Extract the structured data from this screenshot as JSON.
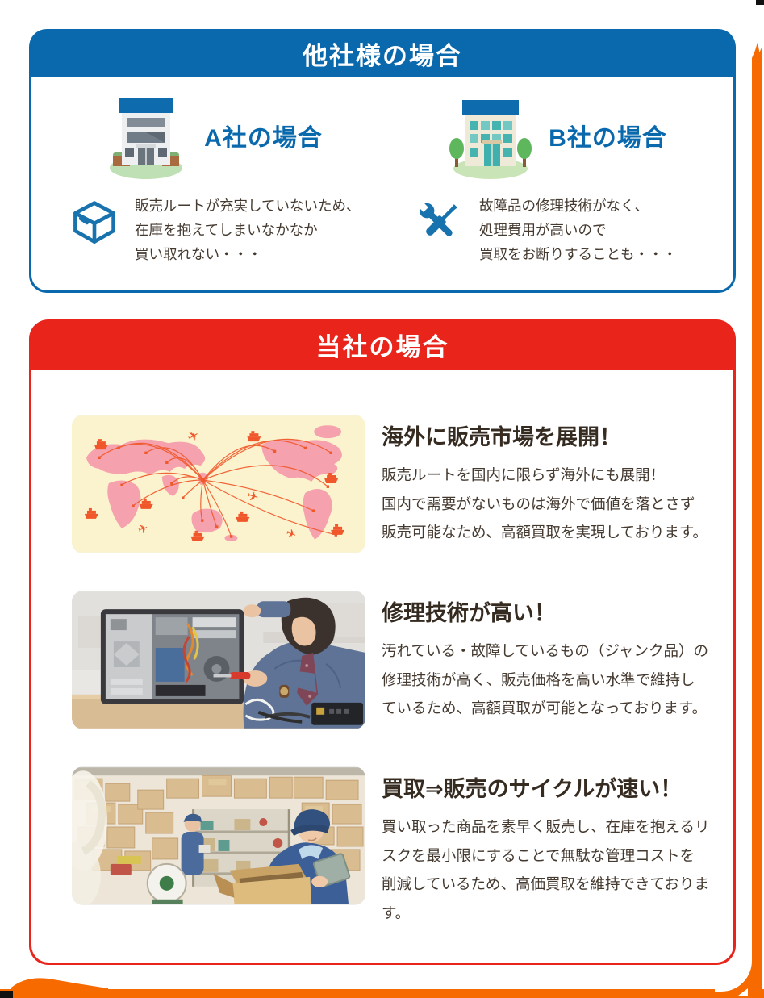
{
  "colors": {
    "blue": "#0A69AC",
    "red": "#E8241B",
    "orange": "#F76A00",
    "text-dark": "#453A30",
    "title-dark": "#362B21",
    "map-bg": "#FBF3CE",
    "map-land": "#F5A2AE",
    "map-route": "#F0572A"
  },
  "others_section": {
    "header": "他社様の場合",
    "companies": [
      {
        "title": "A社の場合",
        "building_icon": "building-a-icon",
        "problem_icon": "cardboard-box-icon",
        "lines": [
          "販売ルートが充実していないため、",
          "在庫を抱えてしまいなかなか",
          "買い取れない・・・"
        ]
      },
      {
        "title": "B社の場合",
        "building_icon": "building-b-icon",
        "problem_icon": "repair-tools-icon",
        "lines": [
          "故障品の修理技術がなく、",
          "処理費用が高いので",
          "買取をお断りすることも・・・"
        ]
      }
    ]
  },
  "ours_section": {
    "header": "当社の場合",
    "features": [
      {
        "title": "海外に販売市場を展開！",
        "image": "world-map-illustration",
        "lines": [
          "販売ルートを国内に限らず海外にも展開！",
          "国内で需要がないものは海外で価値を落とさず",
          "販売可能なため、高額買取を実現しております。"
        ]
      },
      {
        "title": "修理技術が高い！",
        "image": "pc-repair-photo",
        "lines": [
          "汚れている・故障しているもの（ジャンク品）の",
          "修理技術が高く、販売価格を高い水準で維持し",
          "ているため、高額買取が可能となっております。"
        ]
      },
      {
        "title": "買取⇒販売のサイクルが速い！",
        "image": "warehouse-photo",
        "lines": [
          "買い取った商品を素早く販売し、在庫を抱えるリ",
          "スクを最小限にすることで無駄な管理コストを",
          "削減しているため、高価買取を維持できておりま",
          "す。"
        ]
      }
    ]
  }
}
